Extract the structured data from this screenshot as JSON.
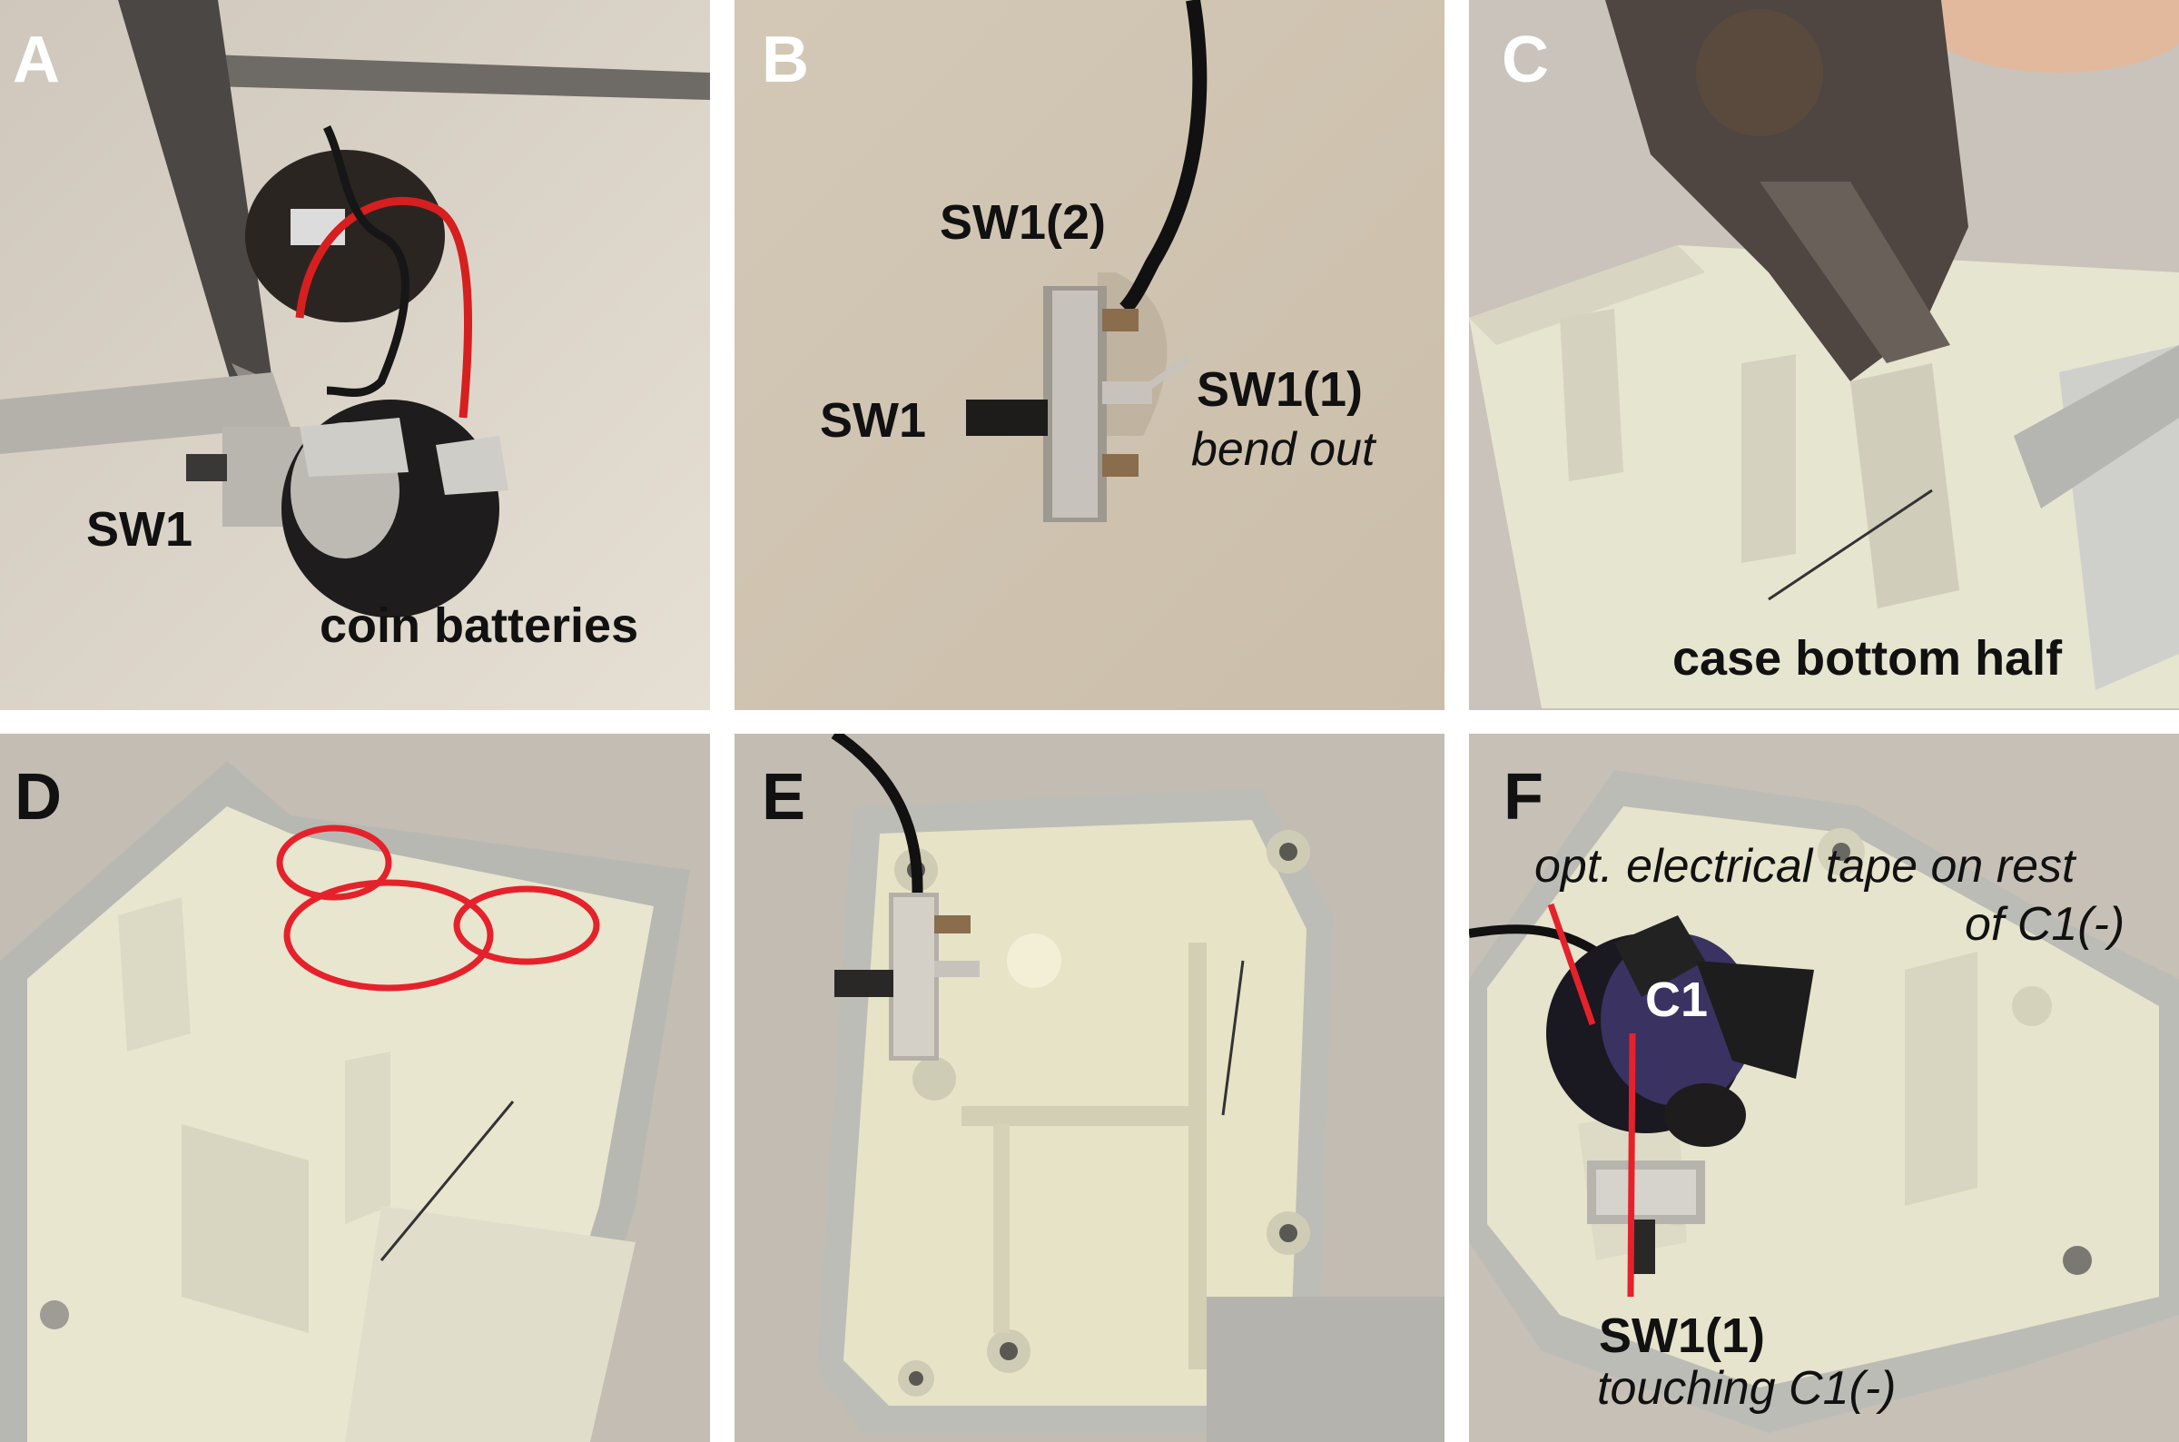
{
  "panels": {
    "a": {
      "letter": "A",
      "sw1": "SW1",
      "batteries": "coin batteries"
    },
    "b": {
      "letter": "B",
      "sw1_2": "SW1(2)",
      "sw1": "SW1",
      "sw1_1": "SW1(1)",
      "bend": "bend out"
    },
    "c": {
      "letter": "C",
      "case": "case bottom half"
    },
    "d": {
      "letter": "D"
    },
    "e": {
      "letter": "E"
    },
    "f": {
      "letter": "F",
      "tape_line1": "opt. electrical tape on rest",
      "tape_line2": "of C1(-)",
      "c1": "C1",
      "sw1_1": "SW1(1)",
      "touching": "touching C1(-)"
    }
  },
  "colors": {
    "highlight": "#e5222b",
    "wire_red": "#d61f1f",
    "background": "#ffffff"
  }
}
